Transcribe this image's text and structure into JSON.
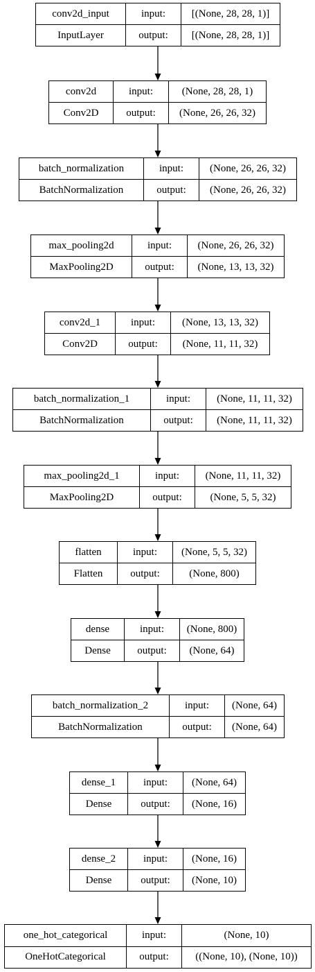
{
  "labels": {
    "input": "input:",
    "output": "output:"
  },
  "layers": [
    {
      "name": "conv2d_input",
      "type": "InputLayer",
      "input": "[(None, 28, 28, 1)]",
      "output": "[(None, 28, 28, 1)]"
    },
    {
      "name": "conv2d",
      "type": "Conv2D",
      "input": "(None, 28, 28, 1)",
      "output": "(None, 26, 26, 32)"
    },
    {
      "name": "batch_normalization",
      "type": "BatchNormalization",
      "input": "(None, 26, 26, 32)",
      "output": "(None, 26, 26, 32)"
    },
    {
      "name": "max_pooling2d",
      "type": "MaxPooling2D",
      "input": "(None, 26, 26, 32)",
      "output": "(None, 13, 13, 32)"
    },
    {
      "name": "conv2d_1",
      "type": "Conv2D",
      "input": "(None, 13, 13, 32)",
      "output": "(None, 11, 11, 32)"
    },
    {
      "name": "batch_normalization_1",
      "type": "BatchNormalization",
      "input": "(None, 11, 11, 32)",
      "output": "(None, 11, 11, 32)"
    },
    {
      "name": "max_pooling2d_1",
      "type": "MaxPooling2D",
      "input": "(None, 11, 11, 32)",
      "output": "(None, 5, 5, 32)"
    },
    {
      "name": "flatten",
      "type": "Flatten",
      "input": "(None, 5, 5, 32)",
      "output": "(None, 800)"
    },
    {
      "name": "dense",
      "type": "Dense",
      "input": "(None, 800)",
      "output": "(None, 64)"
    },
    {
      "name": "batch_normalization_2",
      "type": "BatchNormalization",
      "input": "(None, 64)",
      "output": "(None, 64)"
    },
    {
      "name": "dense_1",
      "type": "Dense",
      "input": "(None, 64)",
      "output": "(None, 16)"
    },
    {
      "name": "dense_2",
      "type": "Dense",
      "input": "(None, 16)",
      "output": "(None, 10)"
    },
    {
      "name": "one_hot_categorical",
      "type": "OneHotCategorical",
      "input": "(None, 10)",
      "output": "((None, 10), (None, 10))"
    }
  ]
}
